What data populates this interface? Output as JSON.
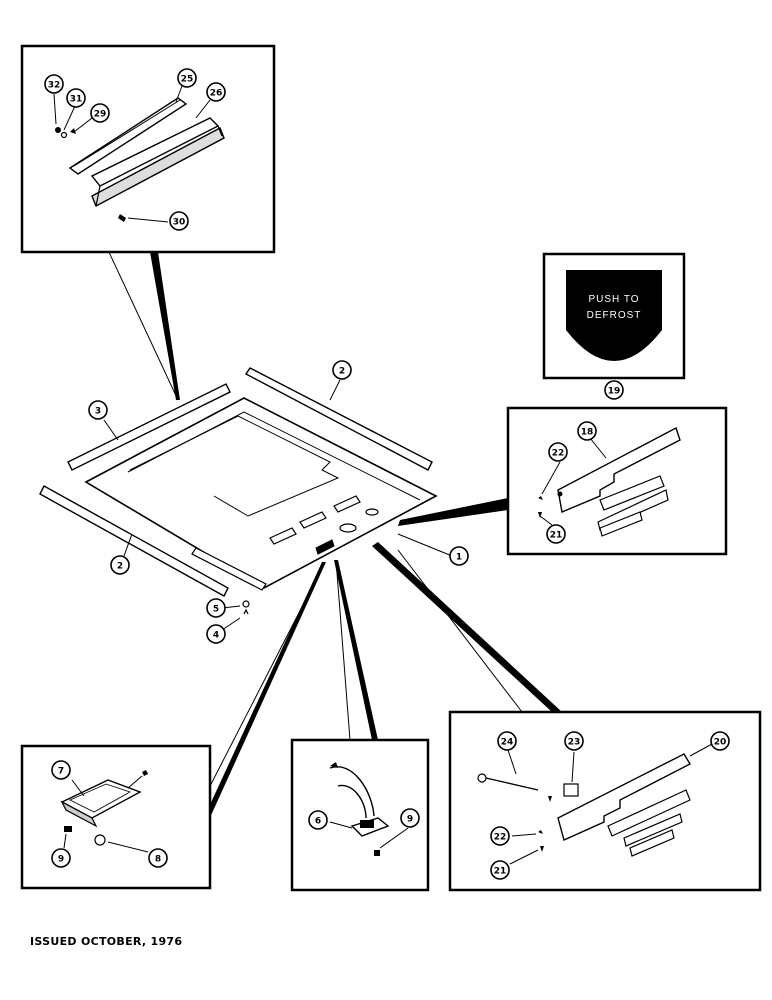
{
  "footer": {
    "issued": "ISSUED OCTOBER, 1976"
  },
  "decal": {
    "line1": "PUSH TO",
    "line2": "DEFROST"
  },
  "callouts": {
    "c1": "1",
    "c2a": "2",
    "c2b": "2",
    "c3": "3",
    "c4": "4",
    "c5": "5",
    "c6": "6",
    "c7": "7",
    "c8": "8",
    "c9a": "9",
    "c9b": "9",
    "c18": "18",
    "c19": "19",
    "c20": "20",
    "c21a": "21",
    "c21b": "21",
    "c22a": "22",
    "c22b": "22",
    "c23": "23",
    "c24": "24",
    "c25": "25",
    "c26": "26",
    "c29": "29",
    "c30": "30",
    "c31": "31",
    "c32": "32"
  }
}
